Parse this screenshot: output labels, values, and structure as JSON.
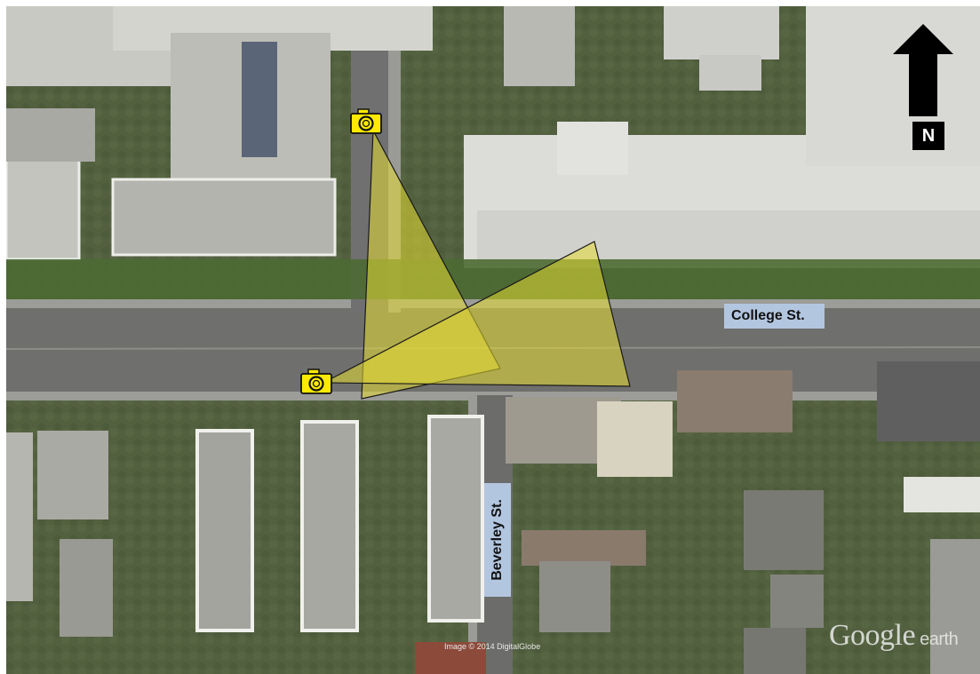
{
  "labels": {
    "street_east_west": "College St.",
    "street_north_south": "Beverley St.",
    "north": "N"
  },
  "watermark": {
    "credit": "Image © 2014 DigitalGlobe",
    "logo_main": "Google",
    "logo_suffix": " earth"
  },
  "icons": {
    "camera_north": "camera-icon",
    "camera_south": "camera-icon",
    "north_arrow": "north-arrow-icon"
  },
  "colors": {
    "view_cone_fill": "#e6dd33",
    "view_cone_opacity": 0.55,
    "camera_fill": "#ffea00",
    "street_label_bg": "#b3c6e0",
    "north_arrow": "#000000"
  }
}
